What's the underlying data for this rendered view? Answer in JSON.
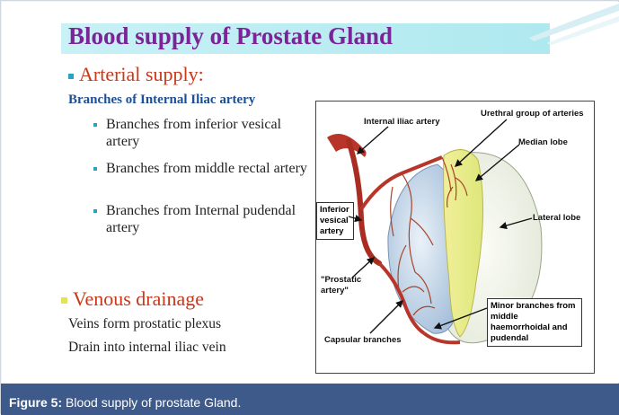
{
  "slide": {
    "title": "Blood supply of Prostate Gland",
    "arterial_heading": "Arterial supply:",
    "arterial_subheading": "Branches of Internal Iliac artery",
    "branches": [
      "Branches from inferior vesical artery",
      "Branches from middle rectal artery",
      "Branches from Internal pudendal artery"
    ],
    "venous_heading": "Venous drainage",
    "venous_lines": [
      "Veins form prostatic plexus",
      "Drain into internal iliac vein"
    ]
  },
  "diagram": {
    "labels": {
      "internal_iliac": "Internal iliac artery",
      "urethral_group": "Urethral group of arteries",
      "median_lobe": "Median lobe",
      "lateral_lobe": "Lateral lobe",
      "inferior_vesical": "Inferior vesical artery",
      "prostatic_artery": "\"Prostatic artery\"",
      "capsular": "Capsular branches",
      "minor_branches": "Minor branches from middle haemorrhoidal and pudendal"
    }
  },
  "caption": {
    "label": "Figure 5:",
    "text": " Blood supply of prostate Gland."
  },
  "colors": {
    "title": "#7a2497",
    "heading_red": "#c8381b",
    "subhead_blue": "#1d4f96",
    "caption_bar": "#3d5a8a"
  }
}
